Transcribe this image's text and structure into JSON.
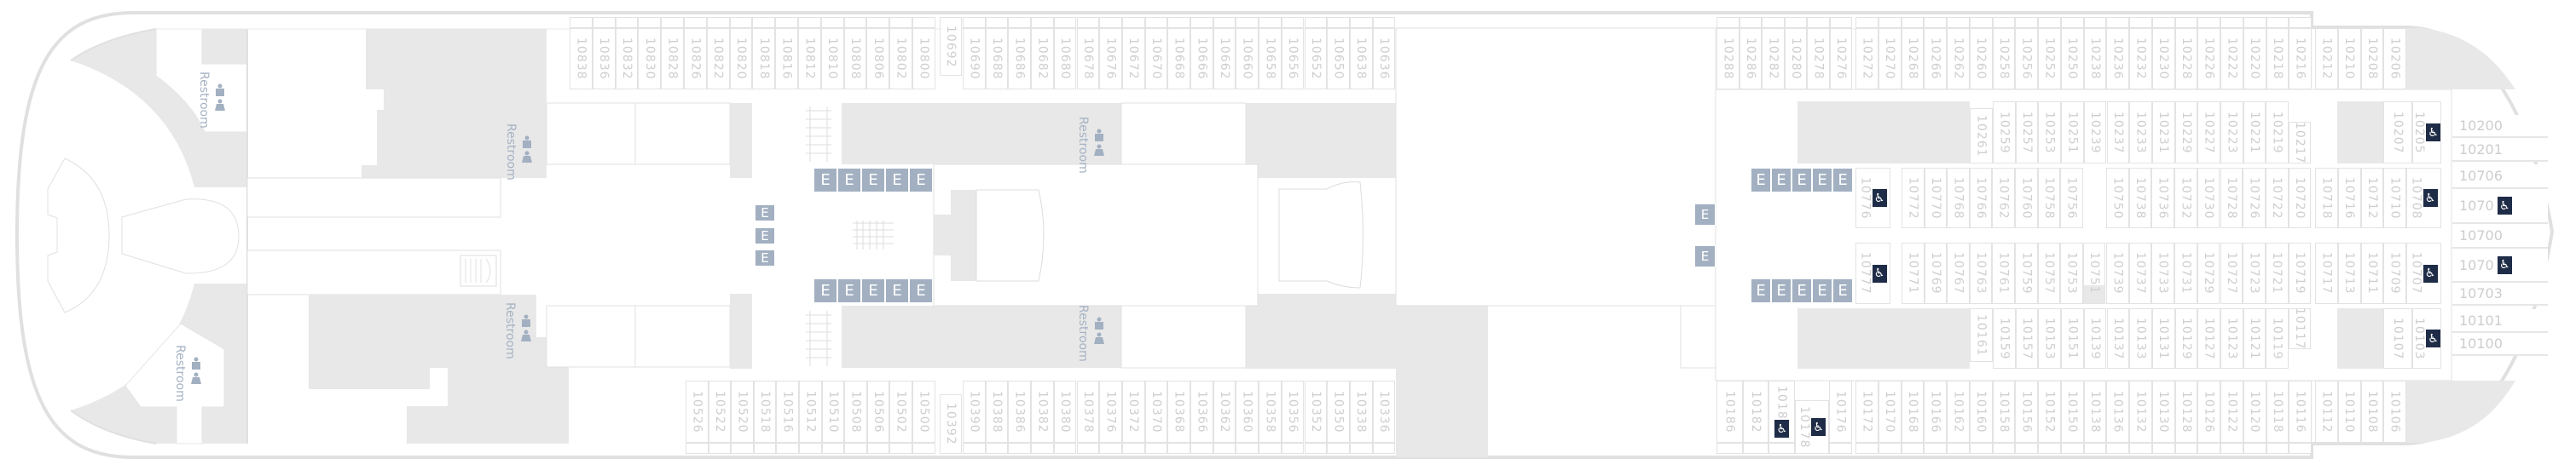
{
  "labels": {
    "restroom": "Restroom",
    "elevator": "E"
  },
  "colors": {
    "outline": "#e0e0e0",
    "fill": "#e8e8e8",
    "cabin_text": "#cfcfcf",
    "elevator": "#a2b0c1",
    "accessible": "#1e2c47",
    "restroom_text": "#a6b3c4"
  },
  "icons": {
    "elevator": "elevator-icon",
    "accessible": "wheelchair-icon",
    "restroom": "restroom-icon",
    "stairs": "stairs-icon"
  },
  "cabins": {
    "top_fwd": [
      "10838",
      "10836",
      "10832",
      "10830",
      "10828",
      "10826",
      "10822",
      "10820",
      "10818",
      "10816",
      "10812",
      "10810",
      "10808",
      "10806",
      "10802",
      "10800"
    ],
    "top_single": [
      "10692"
    ],
    "top_mid": [
      "10690",
      "10688",
      "10686",
      "10682",
      "10680",
      "10678",
      "10676",
      "10672",
      "10670",
      "10668",
      "10666",
      "10662",
      "10660",
      "10658",
      "10656",
      "10652",
      "10650",
      "10638",
      "10636"
    ],
    "top_aft_a": [
      "10288",
      "10286",
      "10282",
      "10280",
      "10278",
      "10276"
    ],
    "top_aft_b": [
      "10272",
      "10270",
      "10268",
      "10266",
      "10262",
      "10260",
      "10258",
      "10256",
      "10252",
      "10250",
      "10238",
      "10236",
      "10232",
      "10230",
      "10228",
      "10226",
      "10222",
      "10220",
      "10218",
      "10216"
    ],
    "top_aft_c": [
      "10212",
      "10210",
      "10208",
      "10206"
    ],
    "bot_fwd": [
      "10526",
      "10522",
      "10520",
      "10518",
      "10516",
      "10512",
      "10510",
      "10508",
      "10506",
      "10502",
      "10500"
    ],
    "bot_single": [
      "10392"
    ],
    "bot_mid": [
      "10390",
      "10388",
      "10386",
      "10382",
      "10380",
      "10378",
      "10376",
      "10372",
      "10370",
      "10368",
      "10366",
      "10362",
      "10360",
      "10358",
      "10356",
      "10352",
      "10350",
      "10338",
      "10336"
    ],
    "bot_aft_a": [
      "10186",
      "10182",
      "1018"
    ],
    "bot_aft_single": [
      "10178"
    ],
    "bot_aft_single2": [
      "10176"
    ],
    "bot_aft_b": [
      "10172",
      "10170",
      "10168",
      "10166",
      "10162",
      "10160",
      "10158",
      "10156",
      "10152",
      "10150",
      "10138",
      "10136",
      "10132",
      "10130",
      "10128",
      "10126",
      "10122",
      "10120",
      "10118",
      "10116"
    ],
    "bot_aft_c": [
      "10112",
      "10110",
      "10108",
      "10106"
    ],
    "m1_a": [
      "10261"
    ],
    "m1_b": [
      "10259",
      "10257",
      "10253",
      "10251",
      "10239",
      "10237",
      "10233",
      "10231",
      "10229",
      "10227",
      "10223",
      "10221",
      "10219"
    ],
    "m1_c": [
      "10217"
    ],
    "m1_d": [
      "10207",
      "10205"
    ],
    "m2_a": [
      "10776"
    ],
    "m2_b": [
      "10772",
      "10770",
      "10768",
      "10766",
      "10762",
      "10760",
      "10758",
      "10756"
    ],
    "m2_c": [
      "10750",
      "10738",
      "10736",
      "10732",
      "10730",
      "10728",
      "10726",
      "10722",
      "10720"
    ],
    "m2_d": [
      "10718",
      "10716",
      "10712",
      "10710"
    ],
    "m2_e": [
      "10708"
    ],
    "m3_a": [
      "10777"
    ],
    "m3_b": [
      "10771",
      "10769",
      "10767",
      "10763",
      "10761",
      "10759",
      "10757",
      "10753",
      "10751"
    ],
    "m3_c": [
      "10739",
      "10737",
      "10733",
      "10731",
      "10729",
      "10727",
      "10723",
      "10721",
      "10719"
    ],
    "m3_d": [
      "10717",
      "10713",
      "10711",
      "10709"
    ],
    "m3_e": [
      "10707"
    ],
    "m4_a": [
      "10161"
    ],
    "m4_b": [
      "10159",
      "10157",
      "10153",
      "10151",
      "10139",
      "10137",
      "10133",
      "10131",
      "10129",
      "10127",
      "10123",
      "10121",
      "10119"
    ],
    "m4_c": [
      "10117"
    ],
    "m4_d": [
      "10107",
      "10103"
    ]
  },
  "side_cabins": [
    "10200",
    "10201",
    "10706",
    "1070",
    "10700",
    "1070",
    "10703",
    "10101",
    "10100"
  ],
  "accessible": [
    "10205",
    "10776",
    "10708",
    "10777",
    "10707",
    "10103",
    "1018",
    "10178",
    "1070"
  ]
}
